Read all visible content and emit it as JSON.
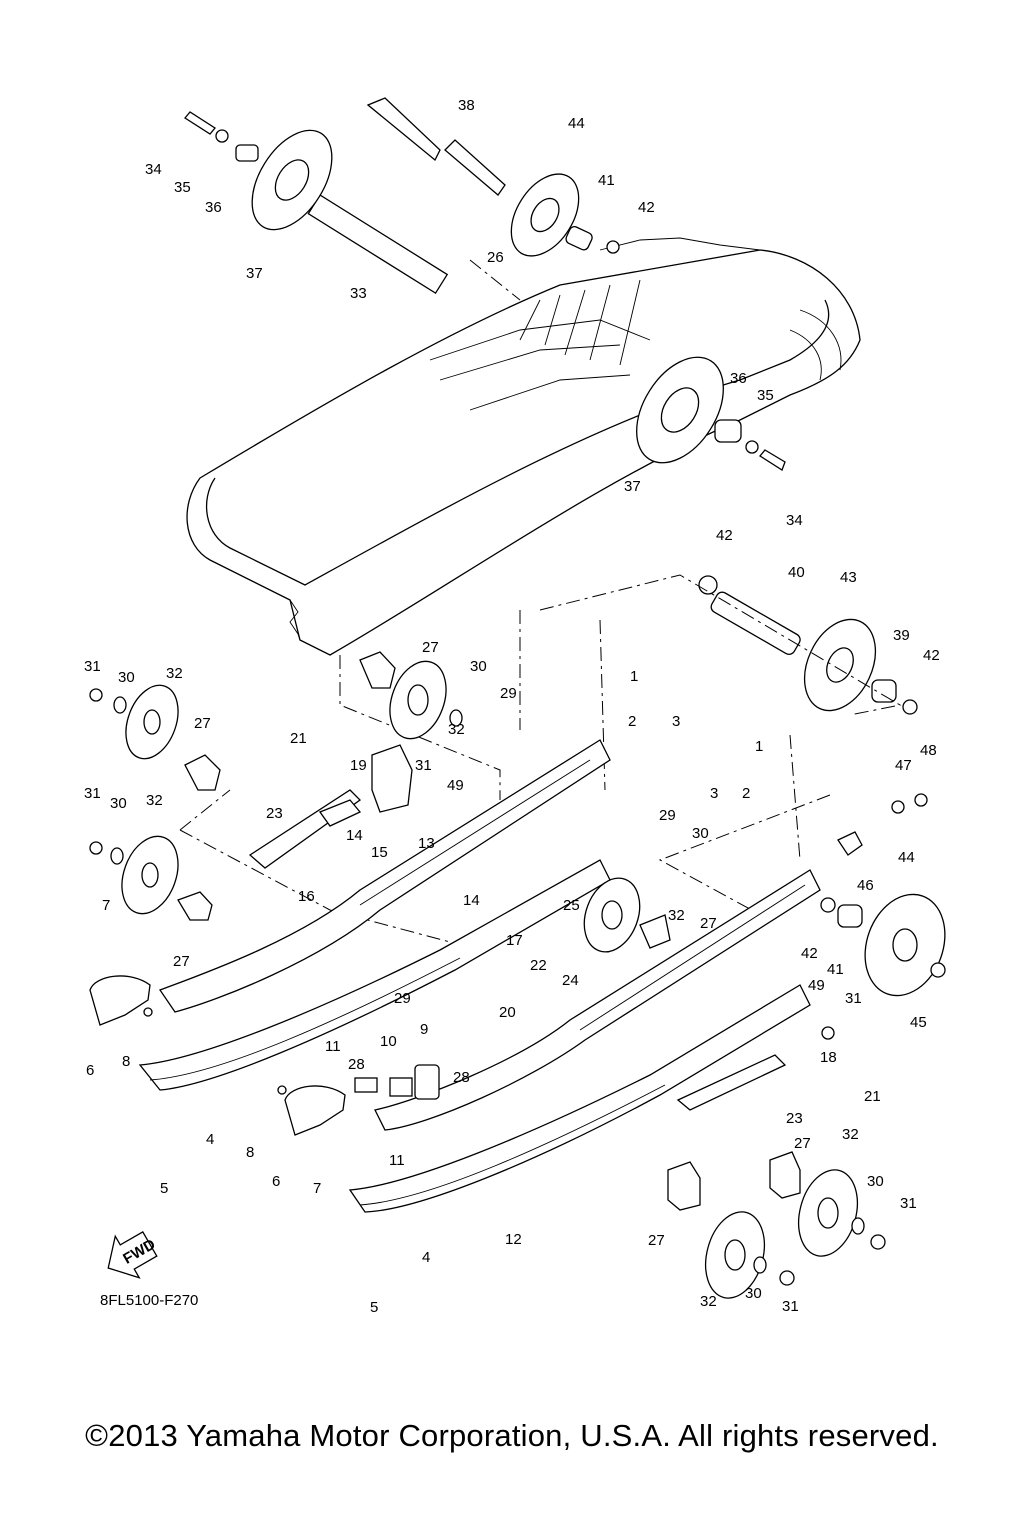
{
  "figure": {
    "code": "8FL5100-F270",
    "fwd_label": "FWD",
    "callouts": [
      {
        "id": "c38",
        "text": "38"
      },
      {
        "id": "c44a",
        "text": "44"
      },
      {
        "id": "c41a",
        "text": "41"
      },
      {
        "id": "c42a",
        "text": "42"
      },
      {
        "id": "c34a",
        "text": "34"
      },
      {
        "id": "c35a",
        "text": "35"
      },
      {
        "id": "c36a",
        "text": "36"
      },
      {
        "id": "c37a",
        "text": "37"
      },
      {
        "id": "c33",
        "text": "33"
      },
      {
        "id": "c26",
        "text": "26"
      },
      {
        "id": "c36b",
        "text": "36"
      },
      {
        "id": "c35b",
        "text": "35"
      },
      {
        "id": "c37b",
        "text": "37"
      },
      {
        "id": "c34b",
        "text": "34"
      },
      {
        "id": "c42b",
        "text": "42"
      },
      {
        "id": "c40",
        "text": "40"
      },
      {
        "id": "c43",
        "text": "43"
      },
      {
        "id": "c39",
        "text": "39"
      },
      {
        "id": "c42c",
        "text": "42"
      },
      {
        "id": "c27a",
        "text": "27"
      },
      {
        "id": "c30a",
        "text": "30"
      },
      {
        "id": "c29a",
        "text": "29"
      },
      {
        "id": "c32a",
        "text": "32"
      },
      {
        "id": "c31a",
        "text": "31"
      },
      {
        "id": "c30b",
        "text": "30"
      },
      {
        "id": "c32b",
        "text": "32"
      },
      {
        "id": "c27b",
        "text": "27"
      },
      {
        "id": "c1a",
        "text": "1"
      },
      {
        "id": "c2a",
        "text": "2"
      },
      {
        "id": "c3a",
        "text": "3"
      },
      {
        "id": "c21a",
        "text": "21"
      },
      {
        "id": "c19",
        "text": "19"
      },
      {
        "id": "c31b",
        "text": "31"
      },
      {
        "id": "c49a",
        "text": "49"
      },
      {
        "id": "c13",
        "text": "13"
      },
      {
        "id": "c1b",
        "text": "1"
      },
      {
        "id": "c3b",
        "text": "3"
      },
      {
        "id": "c2b",
        "text": "2"
      },
      {
        "id": "c48",
        "text": "48"
      },
      {
        "id": "c47",
        "text": "47"
      },
      {
        "id": "c31c",
        "text": "31"
      },
      {
        "id": "c30c",
        "text": "30"
      },
      {
        "id": "c32c",
        "text": "32"
      },
      {
        "id": "c23a",
        "text": "23"
      },
      {
        "id": "c14a",
        "text": "14"
      },
      {
        "id": "c15",
        "text": "15"
      },
      {
        "id": "c29b",
        "text": "29"
      },
      {
        "id": "c30d",
        "text": "30"
      },
      {
        "id": "c16",
        "text": "16"
      },
      {
        "id": "c46",
        "text": "46"
      },
      {
        "id": "c44b",
        "text": "44"
      },
      {
        "id": "c7a",
        "text": "7"
      },
      {
        "id": "c14b",
        "text": "14"
      },
      {
        "id": "c25",
        "text": "25"
      },
      {
        "id": "c32d",
        "text": "32"
      },
      {
        "id": "c27c",
        "text": "27"
      },
      {
        "id": "c27d",
        "text": "27"
      },
      {
        "id": "c17",
        "text": "17"
      },
      {
        "id": "c42d",
        "text": "42"
      },
      {
        "id": "c41b",
        "text": "41"
      },
      {
        "id": "c22",
        "text": "22"
      },
      {
        "id": "c24",
        "text": "24"
      },
      {
        "id": "c29c",
        "text": "29"
      },
      {
        "id": "c20",
        "text": "20"
      },
      {
        "id": "c49b",
        "text": "49"
      },
      {
        "id": "c31d",
        "text": "31"
      },
      {
        "id": "c45",
        "text": "45"
      },
      {
        "id": "c6a",
        "text": "6"
      },
      {
        "id": "c8a",
        "text": "8"
      },
      {
        "id": "c9",
        "text": "9"
      },
      {
        "id": "c11a",
        "text": "11"
      },
      {
        "id": "c10",
        "text": "10"
      },
      {
        "id": "c28a",
        "text": "28"
      },
      {
        "id": "c28b",
        "text": "28"
      },
      {
        "id": "c18",
        "text": "18"
      },
      {
        "id": "c21b",
        "text": "21"
      },
      {
        "id": "c4a",
        "text": "4"
      },
      {
        "id": "c23b",
        "text": "23"
      },
      {
        "id": "c8b",
        "text": "8"
      },
      {
        "id": "c27e",
        "text": "27"
      },
      {
        "id": "c32e",
        "text": "32"
      },
      {
        "id": "c5a",
        "text": "5"
      },
      {
        "id": "c6b",
        "text": "6"
      },
      {
        "id": "c7b",
        "text": "7"
      },
      {
        "id": "c11b",
        "text": "11"
      },
      {
        "id": "c30e",
        "text": "30"
      },
      {
        "id": "c31e",
        "text": "31"
      },
      {
        "id": "c12",
        "text": "12"
      },
      {
        "id": "c27f",
        "text": "27"
      },
      {
        "id": "c4b",
        "text": "4"
      },
      {
        "id": "c32f",
        "text": "32"
      },
      {
        "id": "c30f",
        "text": "30"
      },
      {
        "id": "c31f",
        "text": "31"
      },
      {
        "id": "c5b",
        "text": "5"
      }
    ]
  },
  "footer": {
    "copyright": "©2013 Yamaha Motor Corporation, U.S.A. All rights reserved."
  }
}
